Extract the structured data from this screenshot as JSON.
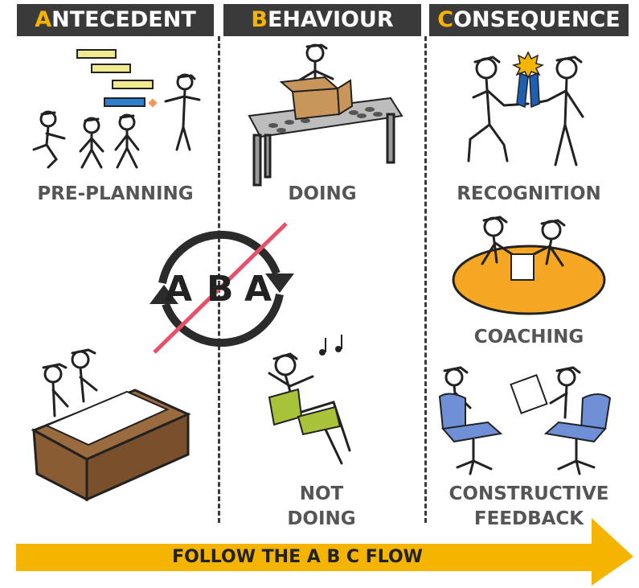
{
  "headers": {
    "antecedent": {
      "first": "A",
      "rest": "NTECEDENT"
    },
    "behaviour": {
      "first": "B",
      "rest": "EHAVIOUR"
    },
    "consequence": {
      "first": "C",
      "rest": "ONSEQUENCE"
    }
  },
  "labels": {
    "pre_planning": "PRE-PLANNING",
    "doing": "DOING",
    "recognition": "RECOGNITION",
    "coaching": "COACHING",
    "not_doing_line1": "NOT",
    "not_doing_line2": "DOING",
    "constructive_feedback_line1": "CONSTRUCTIVE",
    "constructive_feedback_line2": "FEEDBACK"
  },
  "cycle": {
    "a1": "A",
    "b": "B",
    "a2": "A"
  },
  "flow_arrow": {
    "text": "FOLLOW THE A B C FLOW"
  },
  "colors": {
    "header_bg": "#3a3a3a",
    "accent_yellow": "#f5b400",
    "label_gray": "#555555",
    "strike_red": "#e8506a",
    "coaching_orange": "#f5a623",
    "chair_blue": "#6f8fd6",
    "chair_green": "#a8c23a",
    "desk_brown": "#9a6b3f",
    "box_tan": "#c8955a",
    "step_yellow": "#f2ea8e",
    "step_blue": "#2f7fcf",
    "ribbon_blue": "#1f5fb0"
  }
}
